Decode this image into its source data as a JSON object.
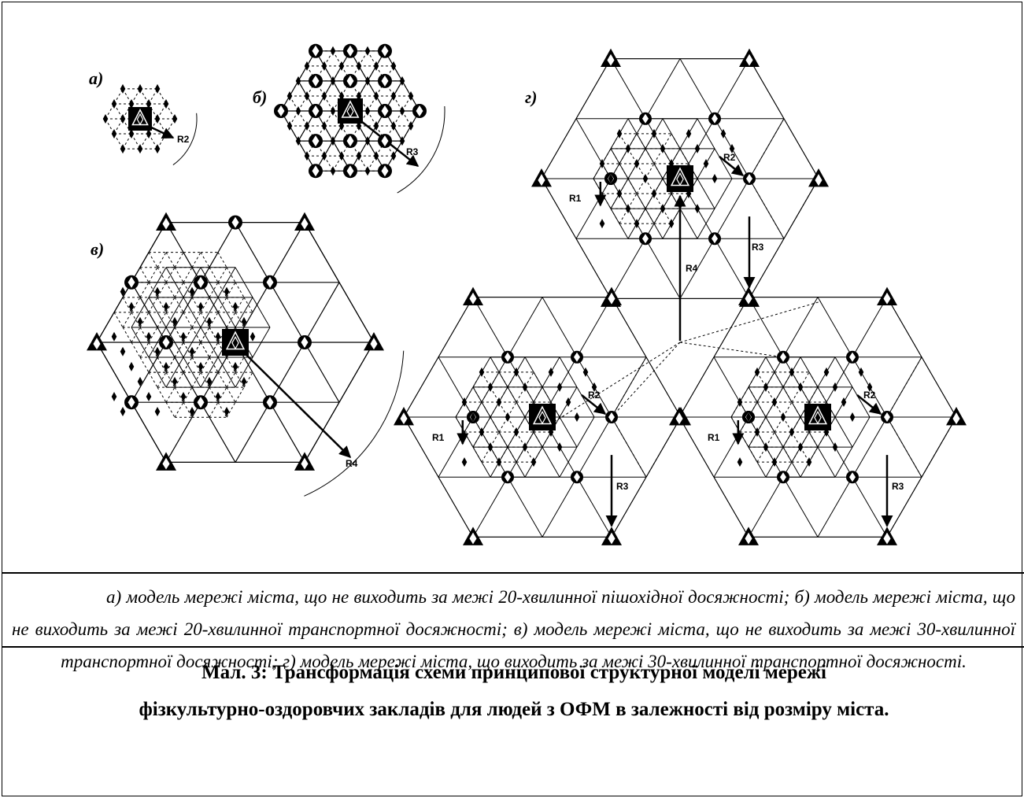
{
  "diagram": {
    "panels": [
      {
        "id": "a",
        "label": "а)",
        "radius_labels": [
          "R2"
        ]
      },
      {
        "id": "b",
        "label": "б)",
        "radius_labels": [
          "R3"
        ]
      },
      {
        "id": "v",
        "label": "в)",
        "radius_labels": [
          "R4"
        ]
      },
      {
        "id": "g",
        "label": "г)",
        "radius_labels": [
          "R1",
          "R2",
          "R3",
          "R4",
          "R2",
          "R3",
          "R1",
          "R2",
          "R3",
          "R1"
        ]
      }
    ],
    "node_symbols": [
      "square-icon",
      "triangle-icon",
      "circle-icon",
      "diamond-icon"
    ]
  },
  "caption": "а) модель мережі міста, що не виходить за межі 20-хвилинної пішохідної досяжності; б) модель мережі міста, що не виходить за межі 20-хвилинної транспортної досяжності; в) модель мережі міста, що не виходить за межі 30-хвилинної транспортної досяжності; г) модель мережі міста, що виходить за межі 30-хвилинної транспортної досяжності.",
  "title": {
    "line1": "Мал. 3: Трансформація схеми принципової структурної моделі мережі",
    "line2": "фізкультурно-оздоровчих закладів для людей з ОФМ в залежності від розміру міста."
  }
}
